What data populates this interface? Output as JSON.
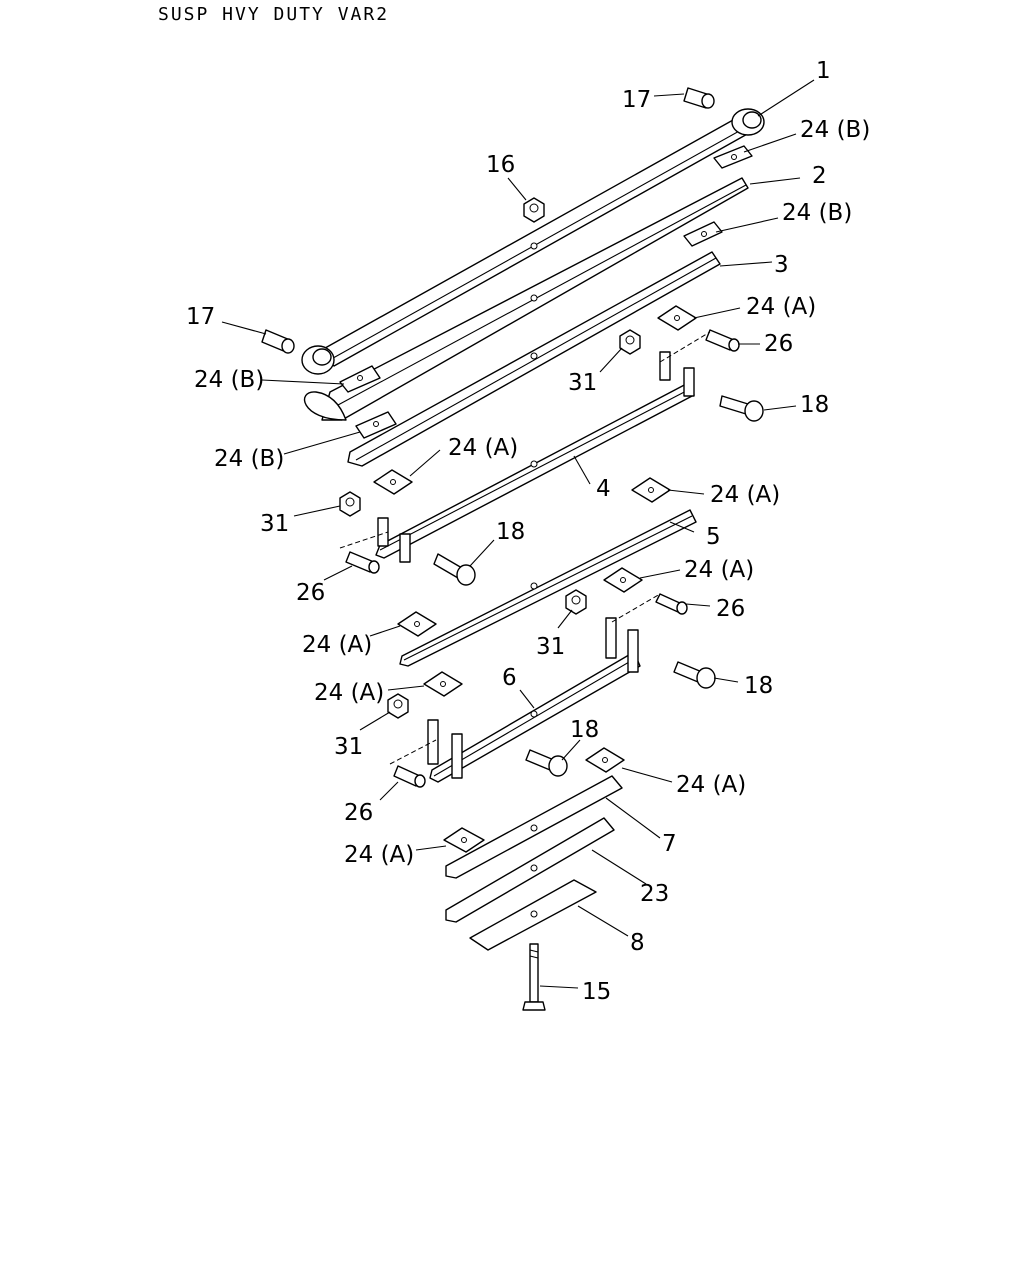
{
  "title": "SUSP HVY DUTY VAR2",
  "callouts": {
    "c1": "1",
    "c2": "2",
    "c3": "3",
    "c4": "4",
    "c5": "5",
    "c6": "6",
    "c7": "7",
    "c8": "8",
    "c15": "15",
    "c16": "16",
    "c17a": "17",
    "c17b": "17",
    "c18a": "18",
    "c18b": "18",
    "c18c": "18",
    "c18d": "18",
    "c23": "23",
    "c24b1": "24 (B)",
    "c24b2": "24 (B)",
    "c24b3": "24 (B)",
    "c24b4": "24 (B)",
    "c24a1": "24 (A)",
    "c24a2": "24 (A)",
    "c24a3": "24 (A)",
    "c24a4": "24 (A)",
    "c24a5": "24 (A)",
    "c24a6": "24 (A)",
    "c24a7": "24 (A)",
    "c24a8": "24 (A)",
    "c26a": "26",
    "c26b": "26",
    "c26c": "26",
    "c26d": "26",
    "c31a": "31",
    "c31b": "31",
    "c31c": "31",
    "c31d": "31"
  }
}
